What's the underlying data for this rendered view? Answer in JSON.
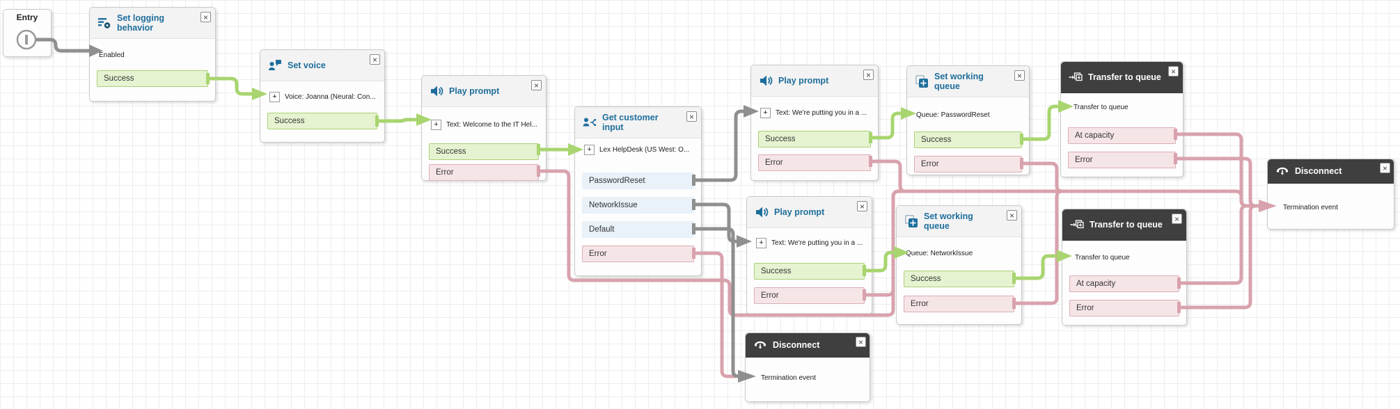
{
  "ui": {
    "close_glyph": "×",
    "plus_glyph": "+"
  },
  "colors": {
    "accent_blue": "#1e6e9c",
    "success_green": "#a8d56f",
    "error_pink": "#d8a2ac",
    "connector_gray": "#8f8f8f",
    "dark_header": "#3f3f3f",
    "neutral_row_blue": "#e9f1f9"
  },
  "entry": {
    "label": "Entry"
  },
  "blocks": {
    "set_logging": {
      "title": "Set logging behavior",
      "config": "Enabled",
      "rows": [
        "Success"
      ]
    },
    "set_voice": {
      "title": "Set voice",
      "config": "Voice: Joanna (Neural: Con...",
      "rows": [
        "Success"
      ]
    },
    "play_prompt_welcome": {
      "title": "Play prompt",
      "config": "Text: Welcome to the IT Hel...",
      "rows": [
        "Success",
        "Error"
      ]
    },
    "get_customer_input": {
      "title": "Get customer input",
      "config": "Lex HelpDesk (US West: O...",
      "rows": [
        "PasswordReset",
        "NetworkIssue",
        "Default",
        "Error"
      ]
    },
    "play_prompt_password": {
      "title": "Play prompt",
      "config": "Text: We're putting you in a ...",
      "rows": [
        "Success",
        "Error"
      ]
    },
    "set_working_queue_password": {
      "title": "Set working queue",
      "config": "Queue: PasswordReset",
      "rows": [
        "Success",
        "Error"
      ]
    },
    "transfer_to_queue_1": {
      "title": "Transfer to queue",
      "config": "Transfer to queue",
      "rows": [
        "At capacity",
        "Error"
      ]
    },
    "disconnect_right": {
      "title": "Disconnect",
      "config": "Termination event",
      "rows": []
    },
    "play_prompt_network": {
      "title": "Play prompt",
      "config": "Text: We're putting you in a ...",
      "rows": [
        "Success",
        "Error"
      ]
    },
    "set_working_queue_network": {
      "title": "Set working queue",
      "config": "Queue: NetworkIssue",
      "rows": [
        "Success",
        "Error"
      ]
    },
    "transfer_to_queue_2": {
      "title": "Transfer to queue",
      "config": "Transfer to queue",
      "rows": [
        "At capacity",
        "Error"
      ]
    },
    "disconnect_bottom": {
      "title": "Disconnect",
      "config": "Termination event",
      "rows": []
    }
  },
  "connections": [
    {
      "from": "entry",
      "to": "set_logging"
    },
    {
      "from": "set_logging.Success",
      "to": "set_voice"
    },
    {
      "from": "set_voice.Success",
      "to": "play_prompt_welcome"
    },
    {
      "from": "play_prompt_welcome.Success",
      "to": "get_customer_input"
    },
    {
      "from": "play_prompt_welcome.Error",
      "to": "disconnect_right"
    },
    {
      "from": "get_customer_input.PasswordReset",
      "to": "play_prompt_password"
    },
    {
      "from": "get_customer_input.NetworkIssue",
      "to": "play_prompt_network"
    },
    {
      "from": "get_customer_input.Default",
      "to": "disconnect_bottom"
    },
    {
      "from": "get_customer_input.Error",
      "to": "disconnect_bottom"
    },
    {
      "from": "play_prompt_password.Success",
      "to": "set_working_queue_password"
    },
    {
      "from": "play_prompt_password.Error",
      "to": "disconnect_right"
    },
    {
      "from": "set_working_queue_password.Success",
      "to": "transfer_to_queue_1"
    },
    {
      "from": "set_working_queue_password.Error",
      "to": "disconnect_right"
    },
    {
      "from": "transfer_to_queue_1.At capacity",
      "to": "disconnect_right"
    },
    {
      "from": "transfer_to_queue_1.Error",
      "to": "disconnect_right"
    },
    {
      "from": "play_prompt_network.Success",
      "to": "set_working_queue_network"
    },
    {
      "from": "play_prompt_network.Error",
      "to": "disconnect_right"
    },
    {
      "from": "set_working_queue_network.Success",
      "to": "transfer_to_queue_2"
    },
    {
      "from": "set_working_queue_network.Error",
      "to": "disconnect_right"
    },
    {
      "from": "transfer_to_queue_2.At capacity",
      "to": "disconnect_right"
    },
    {
      "from": "transfer_to_queue_2.Error",
      "to": "disconnect_right"
    }
  ]
}
